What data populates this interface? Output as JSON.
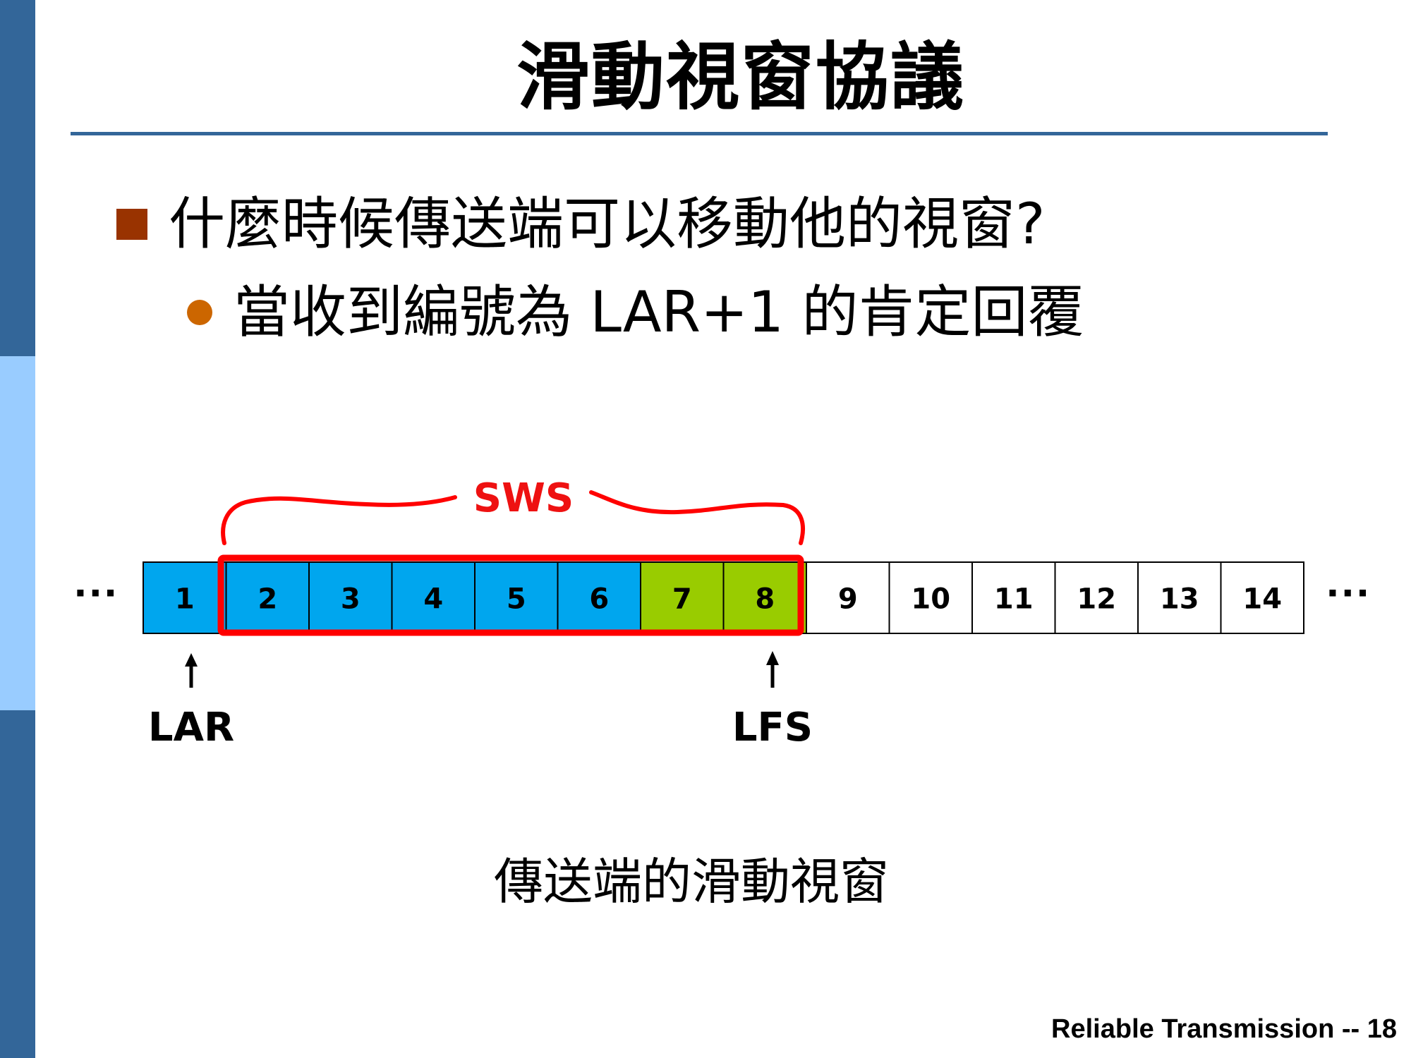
{
  "slide": {
    "title": "滑動視窗協議",
    "bullet_1": "什麼時候傳送端可以移動他的視窗?",
    "bullet_2": "當收到編號為 LAR+1 的肯定回覆",
    "caption": "傳送端的滑動視窗",
    "footer": "Reliable Transmission -- 18"
  },
  "colors": {
    "sidebar_dark": "#336699",
    "sidebar_light": "#99CCFF",
    "title_rule": "#336699",
    "square_bullet": "#993300",
    "dot_bullet": "#CC6600",
    "cell_blue": "#00A6EE",
    "cell_green": "#99CC00",
    "cell_white": "#FFFFFF",
    "window_outline": "#FF0000",
    "sws_text": "#EE1111"
  },
  "diagram": {
    "ellipsis_left": "···",
    "ellipsis_right": "···",
    "cells": [
      {
        "label": "1",
        "state": "blue"
      },
      {
        "label": "2",
        "state": "blue"
      },
      {
        "label": "3",
        "state": "blue"
      },
      {
        "label": "4",
        "state": "blue"
      },
      {
        "label": "5",
        "state": "blue"
      },
      {
        "label": "6",
        "state": "blue"
      },
      {
        "label": "7",
        "state": "green"
      },
      {
        "label": "8",
        "state": "green"
      },
      {
        "label": "9",
        "state": "white"
      },
      {
        "label": "10",
        "state": "white"
      },
      {
        "label": "11",
        "state": "white"
      },
      {
        "label": "12",
        "state": "white"
      },
      {
        "label": "13",
        "state": "white"
      },
      {
        "label": "14",
        "state": "white"
      }
    ],
    "window_label": "SWS",
    "pointers": {
      "lar": "LAR",
      "lfs": "LFS"
    }
  }
}
